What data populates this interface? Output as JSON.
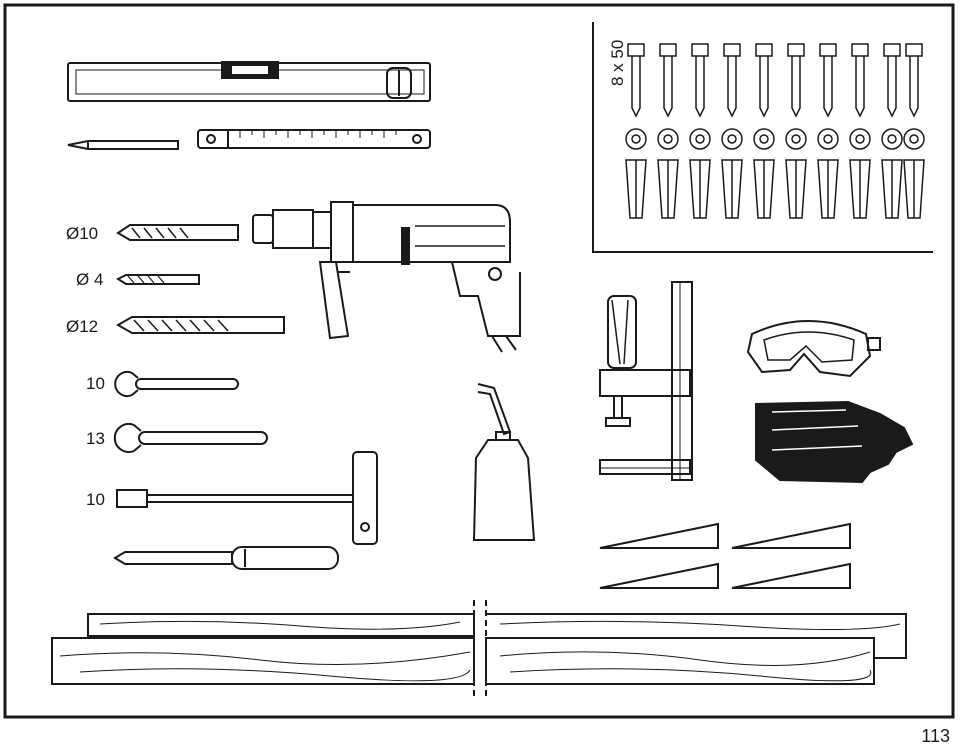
{
  "page": {
    "number": "113"
  },
  "labels": {
    "screw_size": "8 x 50",
    "drill_10": "Ø10",
    "drill_4": "Ø 4",
    "drill_12": "Ø12",
    "wrench_10": "10",
    "wrench_13": "13",
    "hex_10": "10"
  }
}
